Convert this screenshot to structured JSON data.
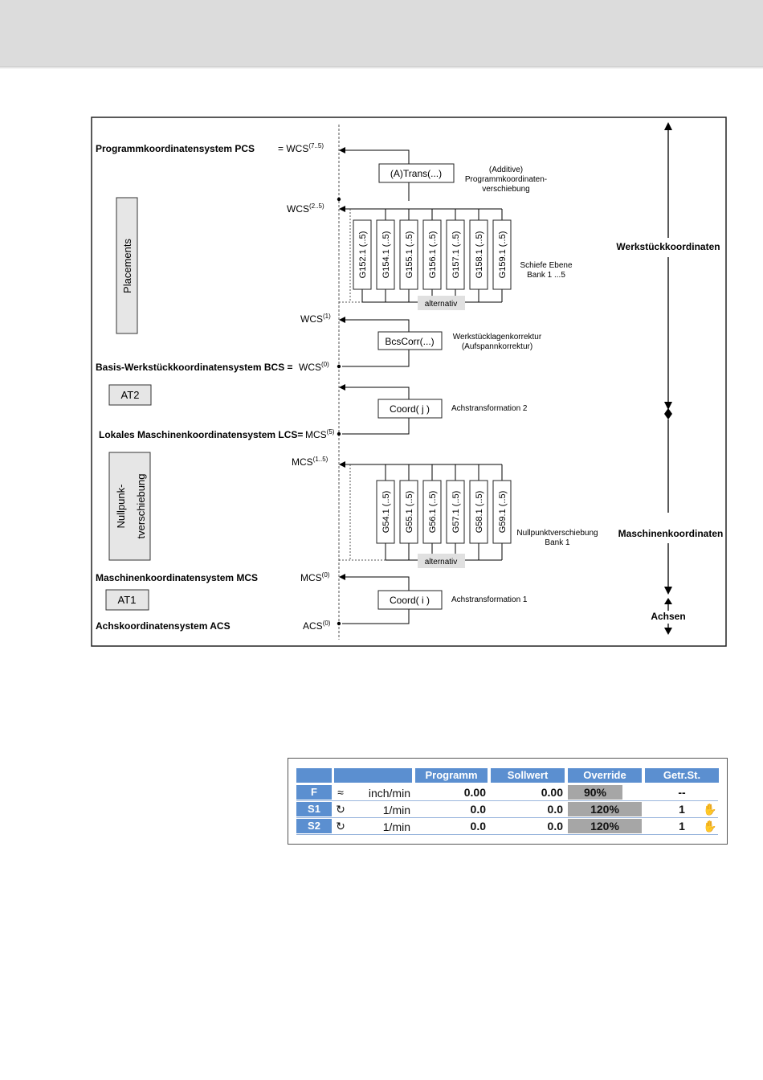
{
  "diagram": {
    "left_labels": {
      "pcs": "Programmkoordinatensystem PCS",
      "bcs": "Basis-Werkstückkoordinatensystem BCS =",
      "lcs": "Lokales Maschinenkoordinatensystem LCS=",
      "mcs": "Maschinenkoordinatensystem MCS",
      "acs": "Achskoordinatensystem ACS"
    },
    "placements_box": "Placements",
    "at2_box": "AT2",
    "at1_box": "AT1",
    "nullpunkt_box": [
      "Nullpunk-",
      "tverschiebung"
    ],
    "axis_labels": {
      "pcs": {
        "main": "= WCS",
        "sup": "(7..5)"
      },
      "wcs25": {
        "main": "WCS",
        "sup": "(2..5)"
      },
      "wcs1": {
        "main": "WCS",
        "sup": "(1)"
      },
      "bcs": {
        "main": "WCS",
        "sup": "(0)"
      },
      "lcs": {
        "main": "MCS",
        "sup": "(5)"
      },
      "mcs15": {
        "main": "MCS",
        "sup": "(1..5)"
      },
      "mcs": {
        "main": "MCS",
        "sup": "(0)"
      },
      "acs": {
        "main": "ACS",
        "sup": "(0)"
      }
    },
    "function_boxes": {
      "trans": "(A)Trans(...)",
      "bcscorr": "BcsCorr(...)",
      "coord_j": "Coord( j )",
      "coord_i": "Coord( i )"
    },
    "annotations": {
      "trans": [
        "(Additive)",
        "Programmkoordinaten-",
        "verschiebung"
      ],
      "schiefe": [
        "Schiefe Ebene",
        "Bank 1 ...5"
      ],
      "bcscorr": [
        "Werkstücklagenkorrektur",
        "(Aufspannkorrektur)"
      ],
      "coord_j": "Achstransformation 2",
      "null": [
        "Nullpunktverschiebung",
        "Bank 1"
      ],
      "coord_i": "Achstransformation 1",
      "alternativ": "alternativ"
    },
    "g15_codes": [
      "G152.1 (..5)",
      "G154.1 (..5)",
      "G155.1 (..5)",
      "G156.1 (..5)",
      "G157.1 (..5)",
      "G158.1 (..5)",
      "G159.1 (..5)"
    ],
    "g54_codes": [
      "G54.1 (..5)",
      "G55.1 (..5)",
      "G56.1 (..5)",
      "G57.1 (..5)",
      "G58.1 (..5)",
      "G59.1 (..5)"
    ],
    "right_labels": {
      "werkstueck": "Werkstückkoordinaten",
      "maschine": "Maschinenkoordinaten",
      "achsen": "Achsen"
    }
  },
  "feed_table": {
    "headers": [
      "Programm",
      "Sollwert",
      "Override",
      "Getr.St."
    ],
    "rows": [
      {
        "label": "F",
        "unit": "inch/min",
        "programm": "0.00",
        "sollwert": "0.00",
        "override": "90%",
        "override_fill": 0.75,
        "getr": "--",
        "hand": false
      },
      {
        "label": "S1",
        "unit": "1/min",
        "programm": "0.0",
        "sollwert": "0.0",
        "override": "120%",
        "override_fill": 1.0,
        "getr": "1",
        "hand": true
      },
      {
        "label": "S2",
        "unit": "1/min",
        "programm": "0.0",
        "sollwert": "0.0",
        "override": "120%",
        "override_fill": 1.0,
        "getr": "1",
        "hand": true
      }
    ]
  },
  "colors": {
    "header_blue": "#5b8fd0",
    "override_gray": "#a6a6a6",
    "frame": "#222222"
  }
}
